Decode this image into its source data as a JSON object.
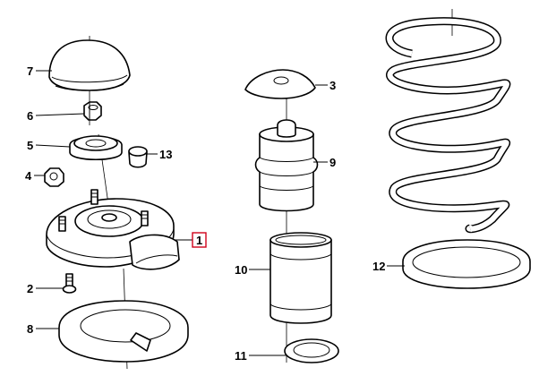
{
  "callouts": {
    "c1": "1",
    "c2": "2",
    "c3": "3",
    "c4": "4",
    "c5": "5",
    "c6": "6",
    "c7": "7",
    "c8": "8",
    "c9": "9",
    "c10": "10",
    "c11": "11",
    "c12": "12",
    "c13": "13"
  },
  "colors": {
    "line": "#000000",
    "background": "#ffffff",
    "highlight": "#d0021b"
  },
  "highlighted_callout": "1"
}
